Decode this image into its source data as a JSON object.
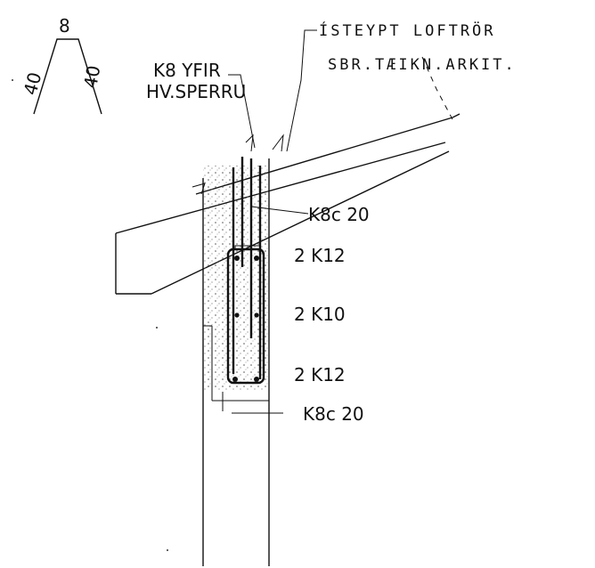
{
  "stirrup_shape": {
    "top_dim": "8",
    "left_dim": "40",
    "right_dim": "40"
  },
  "labels": {
    "vent_line1": "ÍSTEYPT LOFTRÖR",
    "vent_line2": "SBR.TÆIKN.ARKIT.",
    "k8_line1": "K8 YFIR",
    "k8_line2": "HV.SPERRU",
    "stirrup_top": "K8c 20",
    "bars_top": "2 K12",
    "bars_mid": "2 K10",
    "bars_bottom": "2 K12",
    "stirrup_bottom": "K8c 20"
  }
}
